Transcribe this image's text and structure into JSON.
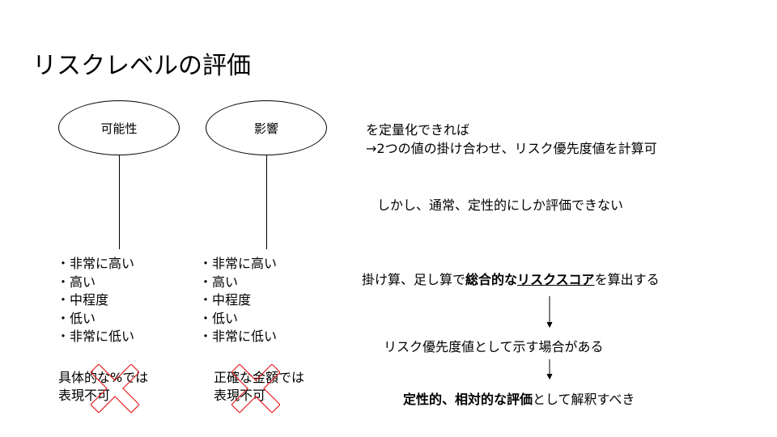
{
  "title": "リスクレベルの評価",
  "left_col": {
    "ellipse_label": "可能性",
    "items": [
      "・非常に高い",
      "・高い",
      "・中程度",
      "・低い",
      "・非常に低い"
    ],
    "note_line1": "具体的な%では",
    "note_line2": "表現不可"
  },
  "mid_col": {
    "ellipse_label": "影響",
    "items": [
      "・非常に高い",
      "・高い",
      "・中程度",
      "・低い",
      "・非常に低い"
    ],
    "note_line1": "正確な金額では",
    "note_line2": "表現不可"
  },
  "right": {
    "line1": "を定量化できれば",
    "line2": "→2つの値の掛け合わせ、リスク優先度値を計算可",
    "line3": "しかし、通常、定性的にしか評価できない",
    "line4_pre": "掛け算、足し算で",
    "line4_bold": "総合的な",
    "line4_bold_ul": "リスクスコア",
    "line4_post": "を算出する",
    "line5": "リスク優先度値として示す場合がある",
    "line6_bold": "定性的、相対的な評価",
    "line6_post": "として解釈すべき"
  },
  "colors": {
    "cross": "#e02020",
    "line": "#000000"
  }
}
